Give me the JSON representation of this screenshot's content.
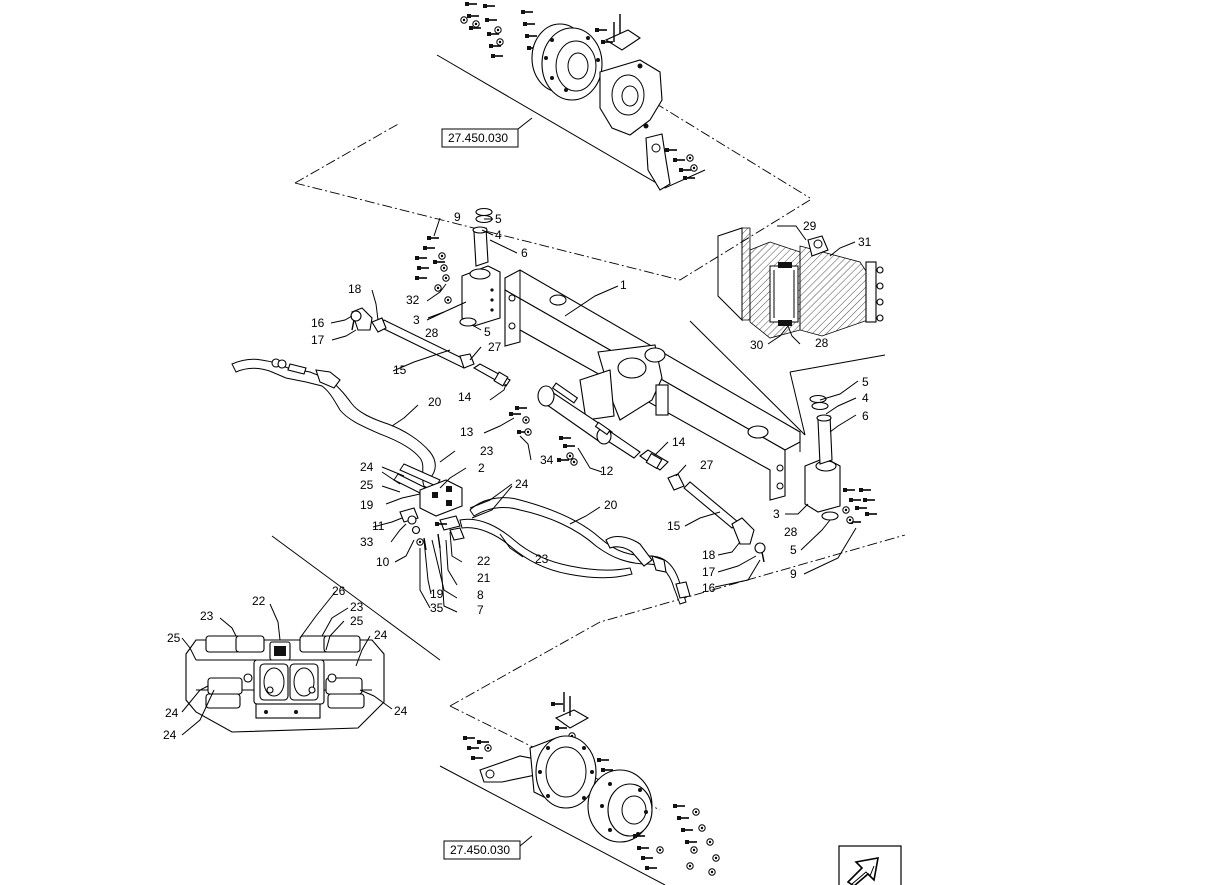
{
  "references": {
    "top": "27.450.030",
    "bottom": "27.450.030"
  },
  "callouts": {
    "c1": "1",
    "c2": "2",
    "c3a": "3",
    "c3b": "3",
    "c4a": "4",
    "c4b": "4",
    "c5a": "5",
    "c5b": "5",
    "c5c": "5",
    "c5d": "5",
    "c6a": "6",
    "c6b": "6",
    "c7": "7",
    "c8": "8",
    "c9a": "9",
    "c9b": "9",
    "c10": "10",
    "c11": "11",
    "c12": "12",
    "c13": "13",
    "c14a": "14",
    "c14b": "14",
    "c15a": "15",
    "c15b": "15",
    "c16a": "16",
    "c16b": "16",
    "c17a": "17",
    "c17b": "17",
    "c18a": "18",
    "c18b": "18",
    "c19a": "19",
    "c19b": "19",
    "c20a": "20",
    "c20b": "20",
    "c21": "21",
    "c22a": "22",
    "c22b": "22",
    "c23a": "23",
    "c23b": "23",
    "c23c": "23",
    "c23d": "23",
    "c24a": "24",
    "c24b": "24",
    "c24c": "24",
    "c24d": "24",
    "c24e": "24",
    "c24f": "24",
    "c25a": "25",
    "c25b": "25",
    "c25c": "25",
    "c26": "26",
    "c27a": "27",
    "c27b": "27",
    "c28a": "28",
    "c28b": "28",
    "c28c": "28",
    "c29": "29",
    "c30": "30",
    "c31": "31",
    "c32": "32",
    "c33": "33",
    "c34": "34",
    "c35": "35"
  },
  "icons": {
    "navigation": "next-page-arrow-icon"
  }
}
